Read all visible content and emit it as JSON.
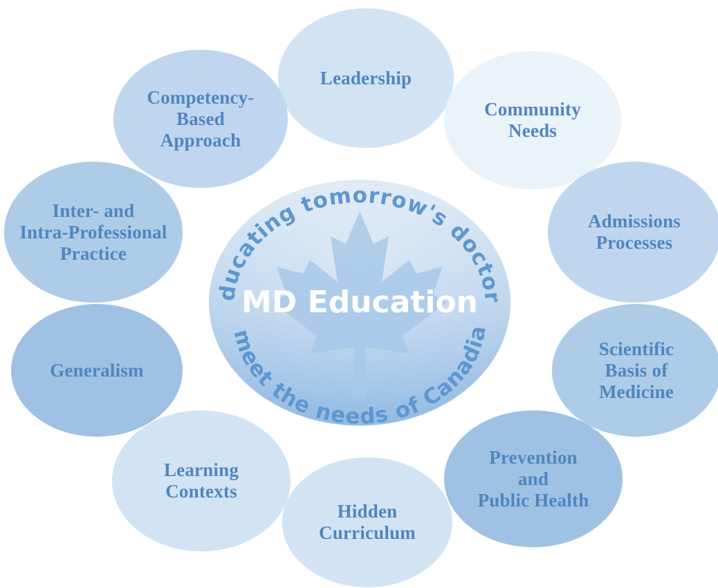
{
  "center": {
    "title": "MD Education",
    "arc_top": "Educating tomorrow's doctors",
    "arc_bottom": "to meet the needs of Canadians"
  },
  "nodes": [
    {
      "id": "leadership",
      "label": "Leadership"
    },
    {
      "id": "community-needs",
      "label": "Community\nNeeds"
    },
    {
      "id": "admissions-processes",
      "label": "Admissions\nProcesses"
    },
    {
      "id": "scientific-basis",
      "label": "Scientific\nBasis of\nMedicine"
    },
    {
      "id": "prevention",
      "label": "Prevention\nand\nPublic Health"
    },
    {
      "id": "hidden-curriculum",
      "label": "Hidden\nCurriculum"
    },
    {
      "id": "learning-contexts",
      "label": "Learning\nContexts"
    },
    {
      "id": "generalism",
      "label": "Generalism"
    },
    {
      "id": "inter-intra",
      "label": "Inter- and\nIntra-Professional\nPractice"
    },
    {
      "id": "competency-based",
      "label": "Competency-\nBased\nApproach"
    }
  ],
  "colors": {
    "label": "#4f86c0",
    "center_fill_top": "#dbe8f5",
    "center_fill_bottom": "#93bbe3"
  }
}
